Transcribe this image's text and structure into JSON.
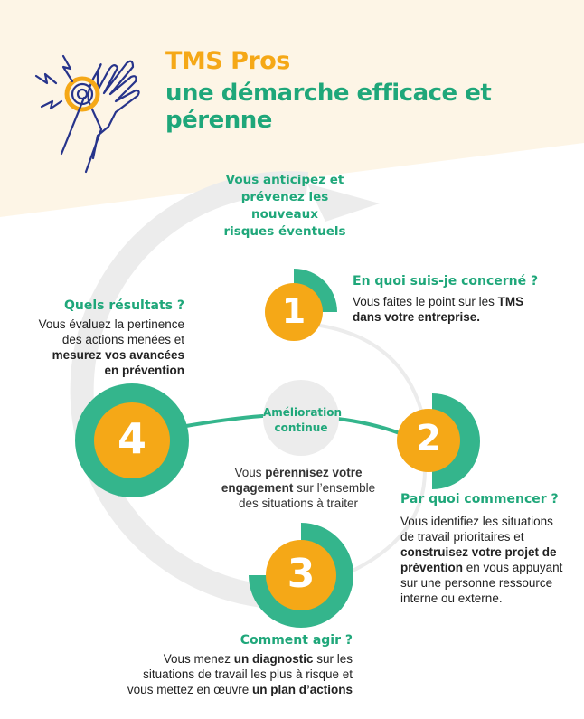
{
  "header": {
    "title": "TMS Pros",
    "subtitle": "une démarche efficace et pérenne"
  },
  "top_note": [
    "Vous anticipez et",
    "prévenez les nouveaux",
    "risques éventuels"
  ],
  "center": {
    "label_1": "Amélioration",
    "label_2": "continue",
    "text": {
      "t1": "Vous ",
      "b1": "pérennisez votre",
      "b2": "engagement",
      "t2": " sur l’ensemble",
      "t3": "des situations à traiter"
    }
  },
  "steps": [
    {
      "number": "1",
      "title": "En quoi suis-je concerné ?",
      "text": {
        "t1": "Vous faites le point sur les ",
        "b1": "TMS",
        "b2": "dans votre entreprise."
      }
    },
    {
      "number": "2",
      "title": "Par quoi commencer ?",
      "text": {
        "t1": "Vous identifiez les situations",
        "t2": "de travail prioritaires et",
        "b1": "construisez votre projet de",
        "b2": "prévention",
        "t3": " en vous appuyant",
        "t4": "sur une personne ressource",
        "t5": "interne ou externe."
      }
    },
    {
      "number": "3",
      "title": "Comment agir ?",
      "text": {
        "t1": "Vous menez ",
        "b1": "un diagnostic",
        "t2": " sur les",
        "t3": "situations de travail les plus à risque et",
        "t4": "vous mettez en œuvre ",
        "b2": "un plan d’actions"
      }
    },
    {
      "number": "4",
      "title": "Quels résultats ?",
      "text": {
        "t1": "Vous évaluez la pertinence",
        "t2": "des actions menées et",
        "b1": "mesurez vos avancées",
        "b2": "en prévention"
      }
    }
  ],
  "colors": {
    "orange": "#f5a817",
    "green": "#34b58c",
    "title_green": "#1fa77a",
    "cream": "#fdf5e6",
    "gray": "#ececec",
    "navy": "#27348b"
  }
}
